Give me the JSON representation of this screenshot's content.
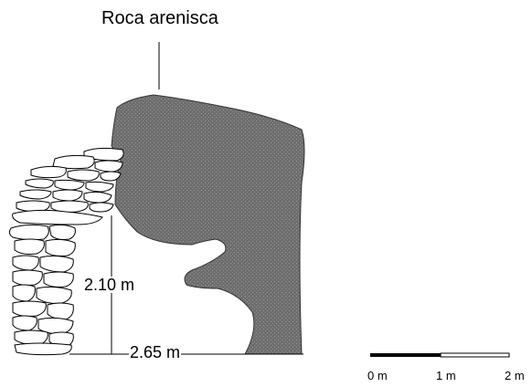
{
  "diagram": {
    "material_label": "Roca arenisca",
    "height_label": "2.10 m",
    "width_label": "2.65 m",
    "rock_color": "#6e6e6e",
    "stone_fill": "#ffffff",
    "scale_bar": {
      "ticks": [
        "0 m",
        "1 m",
        "2 m"
      ]
    }
  }
}
